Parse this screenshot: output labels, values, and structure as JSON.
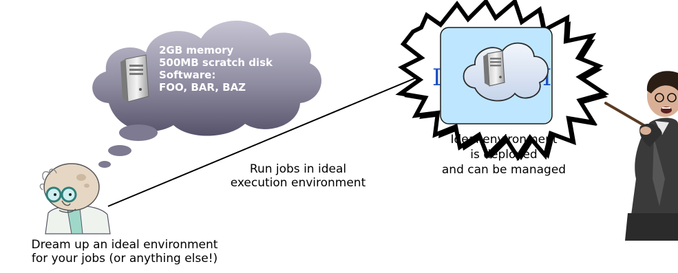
{
  "thought_bubble": {
    "spec_lines": [
      "2GB memory",
      "500MB scratch disk",
      "Software:",
      "FOO, BAR, BAZ"
    ],
    "fill_color": "#8d8a9e"
  },
  "arrow_label": "Run jobs in ideal execution environment",
  "arrow_label_lines": [
    "Run jobs in ideal",
    "execution environment"
  ],
  "dreamer_caption_lines": [
    "Dream up an ideal environment",
    "for your jobs (or anything else!)"
  ],
  "deploy_caption_lines": [
    "Ideal environment",
    "is deployed",
    "and can be managed"
  ],
  "colors": {
    "burst_fill": "#ffffff",
    "burst_stroke": "#000000",
    "vm_panel": "#bfe6ff",
    "inner_cloud": "#d9e6f7",
    "wizard_robe": "#3a3a3a"
  },
  "icons": [
    "server-icon",
    "cloud-icon",
    "starburst-icon",
    "professor-figure",
    "wizard-figure"
  ]
}
